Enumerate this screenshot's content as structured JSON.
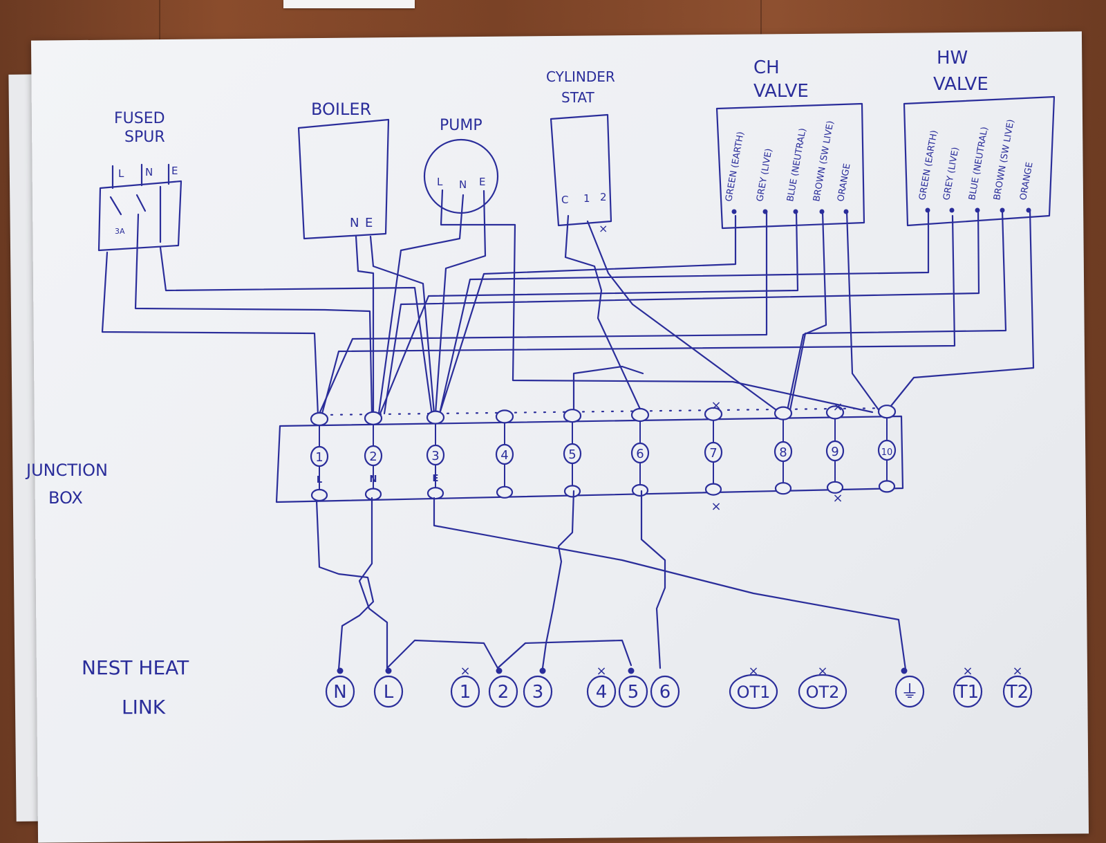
{
  "labels": {
    "fused_spur": [
      "FUSED",
      "SPUR"
    ],
    "boiler": "BOILER",
    "pump": "PUMP",
    "cylinder_stat": [
      "CYLINDER",
      "STAT"
    ],
    "ch_valve": [
      "CH",
      "VALVE"
    ],
    "hw_valve": [
      "HW",
      "VALVE"
    ],
    "junction_box": [
      "JUNCTION",
      "BOX"
    ],
    "nest_heat_link": [
      "NEST  HEAT",
      "LINK"
    ]
  },
  "fused_spur": {
    "terminals": [
      "L",
      "N",
      "E"
    ],
    "fuse": "3A"
  },
  "boiler": {
    "terminals": [
      "N",
      "E"
    ]
  },
  "pump": {
    "terminals": [
      "L",
      "N",
      "E"
    ]
  },
  "cylinder_stat": {
    "terminals": [
      "C",
      "1",
      "2"
    ],
    "unused_mark": "×"
  },
  "ch_valve_wires": [
    {
      "colour": "GREEN",
      "role": "(EARTH)"
    },
    {
      "colour": "GREY",
      "role": "(LIVE)"
    },
    {
      "colour": "BLUE",
      "role": "(NEUTRAL)"
    },
    {
      "colour": "BROWN",
      "role": "(SW LIVE)"
    },
    {
      "colour": "ORANGE",
      "role": ""
    }
  ],
  "hw_valve_wires": [
    {
      "colour": "GREEN",
      "role": "(EARTH)"
    },
    {
      "colour": "GREY",
      "role": "(LIVE)"
    },
    {
      "colour": "BLUE",
      "role": "(NEUTRAL)"
    },
    {
      "colour": "BROWN",
      "role": "(SW LIVE)"
    },
    {
      "colour": "ORANGE",
      "role": ""
    }
  ],
  "junction_terminals": [
    {
      "num": "1",
      "sub": "L"
    },
    {
      "num": "2",
      "sub": "N"
    },
    {
      "num": "3",
      "sub": "E"
    },
    {
      "num": "4",
      "sub": ""
    },
    {
      "num": "5",
      "sub": ""
    },
    {
      "num": "6",
      "sub": ""
    },
    {
      "num": "7",
      "sub": ""
    },
    {
      "num": "8",
      "sub": ""
    },
    {
      "num": "9",
      "sub": ""
    },
    {
      "num": "10",
      "sub": ""
    }
  ],
  "nest_terminals": [
    "N",
    "L",
    "1",
    "2",
    "3",
    "4",
    "5",
    "6",
    "OT1",
    "OT2",
    "⏚",
    "T1",
    "T2"
  ],
  "unused_mark": "×",
  "colors": {
    "ink": "#2a2d9a",
    "paper": "#eef0f4"
  }
}
